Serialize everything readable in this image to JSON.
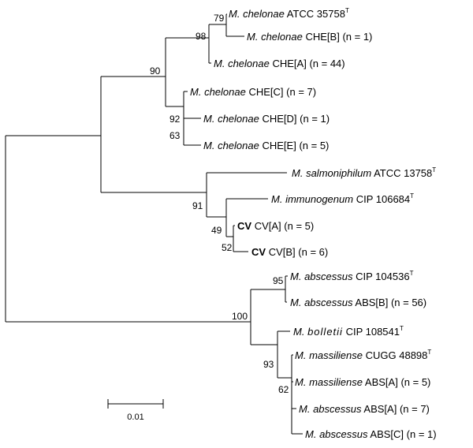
{
  "taxa": [
    {
      "id": "t1",
      "genus": "M.",
      "species": "chelonae",
      "strain": "ATCC 35758",
      "sup": "T",
      "count": ""
    },
    {
      "id": "t2",
      "genus": "M.",
      "species": "chelonae",
      "strain": "CHE[B]",
      "sup": "",
      "count": "(n = 1)"
    },
    {
      "id": "t3",
      "genus": "M.",
      "species": "chelonae",
      "strain": "CHE[A]",
      "sup": "",
      "count": "(n = 44)"
    },
    {
      "id": "t4",
      "genus": "M.",
      "species": "chelonae",
      "strain": "CHE[C]",
      "sup": "",
      "count": "(n = 7)"
    },
    {
      "id": "t5",
      "genus": "M.",
      "species": "chelonae",
      "strain": "CHE[D]",
      "sup": "",
      "count": "(n = 1)"
    },
    {
      "id": "t6",
      "genus": "M.",
      "species": "chelonae",
      "strain": "CHE[E]",
      "sup": "",
      "count": "(n = 5)"
    },
    {
      "id": "t7",
      "genus": "M.",
      "species": "salmoniphilum",
      "strain": "ATCC 13758",
      "sup": "T",
      "count": ""
    },
    {
      "id": "t8",
      "genus": "M.",
      "species": "immunogenum",
      "strain": "CIP 106684",
      "sup": "T",
      "count": ""
    },
    {
      "id": "t9",
      "bold": "CV",
      "strain": "CV[A]",
      "sup": "",
      "count": "(n = 5)"
    },
    {
      "id": "t10",
      "bold": "CV",
      "strain": "CV[B]",
      "sup": "",
      "count": "(n = 6)"
    },
    {
      "id": "t11",
      "genus": "M.",
      "species": "abscessus",
      "strain": "CIP 104536",
      "sup": "T",
      "count": ""
    },
    {
      "id": "t12",
      "genus": "M.",
      "species": "abscessus",
      "strain": "ABS[B]",
      "sup": "",
      "count": "(n = 56)"
    },
    {
      "id": "t13",
      "genus": "M.",
      "species": "bolletii",
      "strain": "CIP 108541",
      "sup": "T",
      "count": ""
    },
    {
      "id": "t14",
      "genus": "M.",
      "species": "massiliense",
      "strain": "CUGG 48898",
      "sup": "T",
      "count": ""
    },
    {
      "id": "t15",
      "genus": "M.",
      "species": "massiliense",
      "strain": "ABS[A]",
      "sup": "",
      "count": "(n = 5)"
    },
    {
      "id": "t16",
      "genus": "M.",
      "species": "abscessus",
      "strain": "ABS[A]",
      "sup": "",
      "count": "(n = 7)"
    },
    {
      "id": "t17",
      "genus": "M.",
      "species": "abscessus",
      "strain": "ABS[C]",
      "sup": "",
      "count": "(n = 1)"
    }
  ],
  "bootstrap": [
    "79",
    "98",
    "90",
    "92",
    "63",
    "91",
    "49",
    "52",
    "95",
    "100",
    "93",
    "62"
  ],
  "scale_bar": {
    "label": "0.01"
  }
}
